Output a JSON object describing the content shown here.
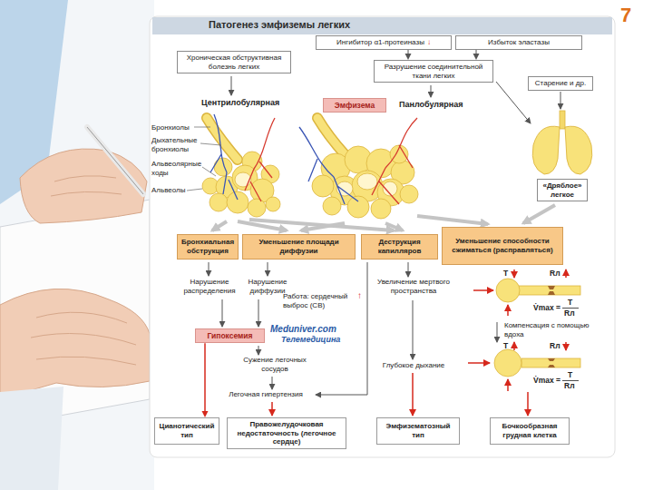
{
  "diagram": {
    "title": "Патогенез эмфиземы легких",
    "nodes": [
      {
        "text": [
          "Ингибитор α1-протеиназы",
          "↓"
        ]
      },
      {
        "text": [
          "Избыток эластазы"
        ]
      },
      {
        "text": [
          "Хроническая обструктивная болезнь легких"
        ]
      },
      {
        "text": [
          "Разрушение соединительной ткани легких"
        ]
      },
      {
        "text": [
          "Старение и др."
        ]
      },
      {
        "text": [
          "Эмфизема"
        ]
      },
      {
        "text": [
          "«Дряблое» легкое"
        ]
      },
      {
        "text": [
          "Бронхиальная обструкция"
        ]
      },
      {
        "text": [
          "Уменьшение площади диффузии"
        ]
      },
      {
        "text": [
          "Деструкция капилляров"
        ]
      },
      {
        "text": [
          "Уменьшение способности сжиматься (расправляться)"
        ]
      },
      {
        "text": [
          "Гипоксемия"
        ]
      },
      {
        "text": [
          "Цианотический тип"
        ]
      },
      {
        "text": [
          "Правожелудочковая недостаточность (легочное сердце)"
        ]
      },
      {
        "text": [
          "Эмфизематозный тип"
        ]
      },
      {
        "text": [
          "Бочкообразная грудная клетка"
        ]
      }
    ],
    "edges": [
      {
        "from": 0,
        "to": 3,
        "arrow": "to"
      },
      {
        "from": 1,
        "to": 3,
        "arrow": "to"
      },
      {
        "from": 11,
        "to": 12,
        "arrow": "to"
      }
    ],
    "labels": [
      "7",
      "Центрилобулярная",
      "Панлобулярная",
      "Бронхиолы",
      "Дыхательные бронхиолы",
      "Альвеолярные ходы",
      "Альвеолы",
      "Нарушение распределения",
      "Нарушение диффузии",
      "Работа: сердечный выброс (СВ)",
      "↑",
      "Meduniver.com",
      "Телемедицина",
      "Сужение легочных сосудов",
      "Легочная гипертензия",
      "Увеличение мертвого пространства",
      "Глубокое дыхание",
      "T",
      "Rл",
      "V̇max =",
      "T",
      "Rл",
      "Компенсация с помощью вдоха",
      "T",
      "Rл",
      "V̇max =",
      "T",
      "Rл"
    ]
  }
}
